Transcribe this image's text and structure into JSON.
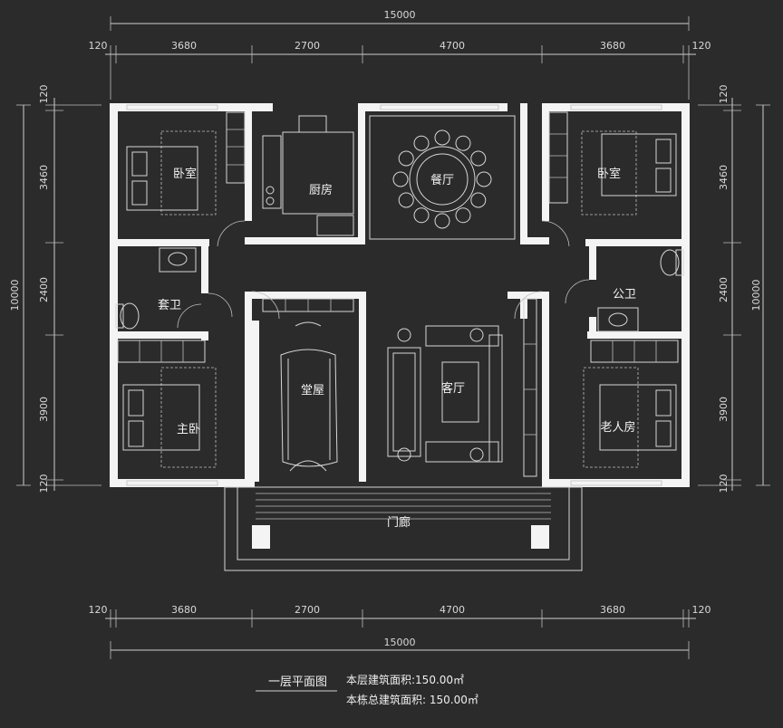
{
  "dimensions": {
    "top_total": "15000",
    "top_segments": [
      "120",
      "3680",
      "2700",
      "4700",
      "3680",
      "120"
    ],
    "bottom_segments": [
      "120",
      "3680",
      "2700",
      "4700",
      "3680",
      "120"
    ],
    "bottom_total": "15000",
    "left_segments": [
      "120",
      "3460",
      "2400",
      "3900",
      "120"
    ],
    "left_total": "10000",
    "right_segments": [
      "120",
      "3460",
      "2400",
      "3900",
      "120"
    ],
    "right_total": "10000"
  },
  "rooms": {
    "bedroom_nw": "卧室",
    "kitchen": "厨房",
    "dining": "餐厅",
    "bedroom_ne": "卧室",
    "ensuite_bath": "套卫",
    "public_bath": "公卫",
    "hall": "堂屋",
    "living": "客厅",
    "master_bedroom": "主卧",
    "elder_room": "老人房",
    "porch": "门廊"
  },
  "caption": {
    "title": "一层平面图",
    "floor_area": "本层建筑面积:150.00㎡",
    "total_area": "本栋总建筑面积: 150.00㎡"
  }
}
